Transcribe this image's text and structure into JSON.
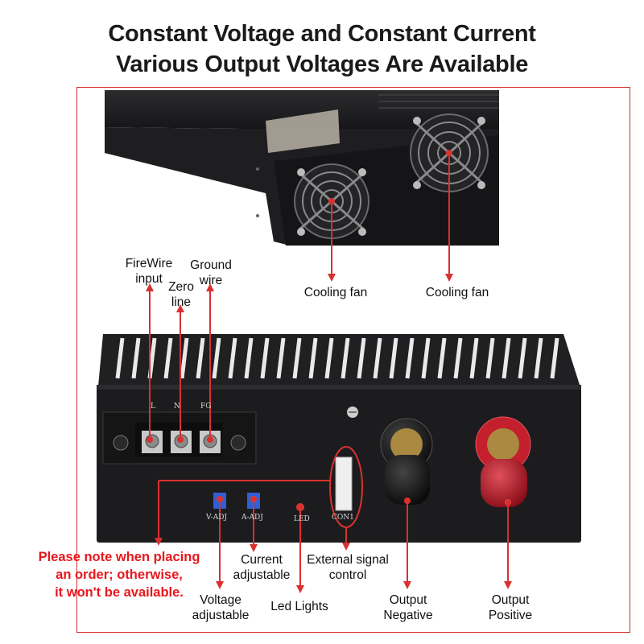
{
  "heading": {
    "line1": "Constant Voltage and Constant Current",
    "line2": "Various Output Voltages Are Available"
  },
  "labels": {
    "firewire_input": "FireWire\ninput",
    "zero_line": "Zero\nline",
    "ground_wire": "Ground\nwire",
    "cooling_fan_1": "Cooling fan",
    "cooling_fan_2": "Cooling fan",
    "current_adjustable": "Current\nadjustable",
    "external_signal_control": "External signal\ncontrol",
    "voltage_adjustable": "Voltage\nadjustable",
    "led_lights": "Led Lights",
    "output_negative": "Output\nNegative",
    "output_positive": "Output\nPositive"
  },
  "note": "Please note when placing\nan order; otherwise,\nit won't be available.",
  "device_markings": {
    "terminal_l": "L",
    "terminal_n": "N",
    "terminal_fg": "FG",
    "v_adj": "V-ADJ",
    "a_adj": "A-ADJ",
    "led": "LED",
    "con": "CON1"
  },
  "colors": {
    "accent_red": "#d93030",
    "note_red": "#e8161d",
    "device_black": "#1c1c1e"
  }
}
